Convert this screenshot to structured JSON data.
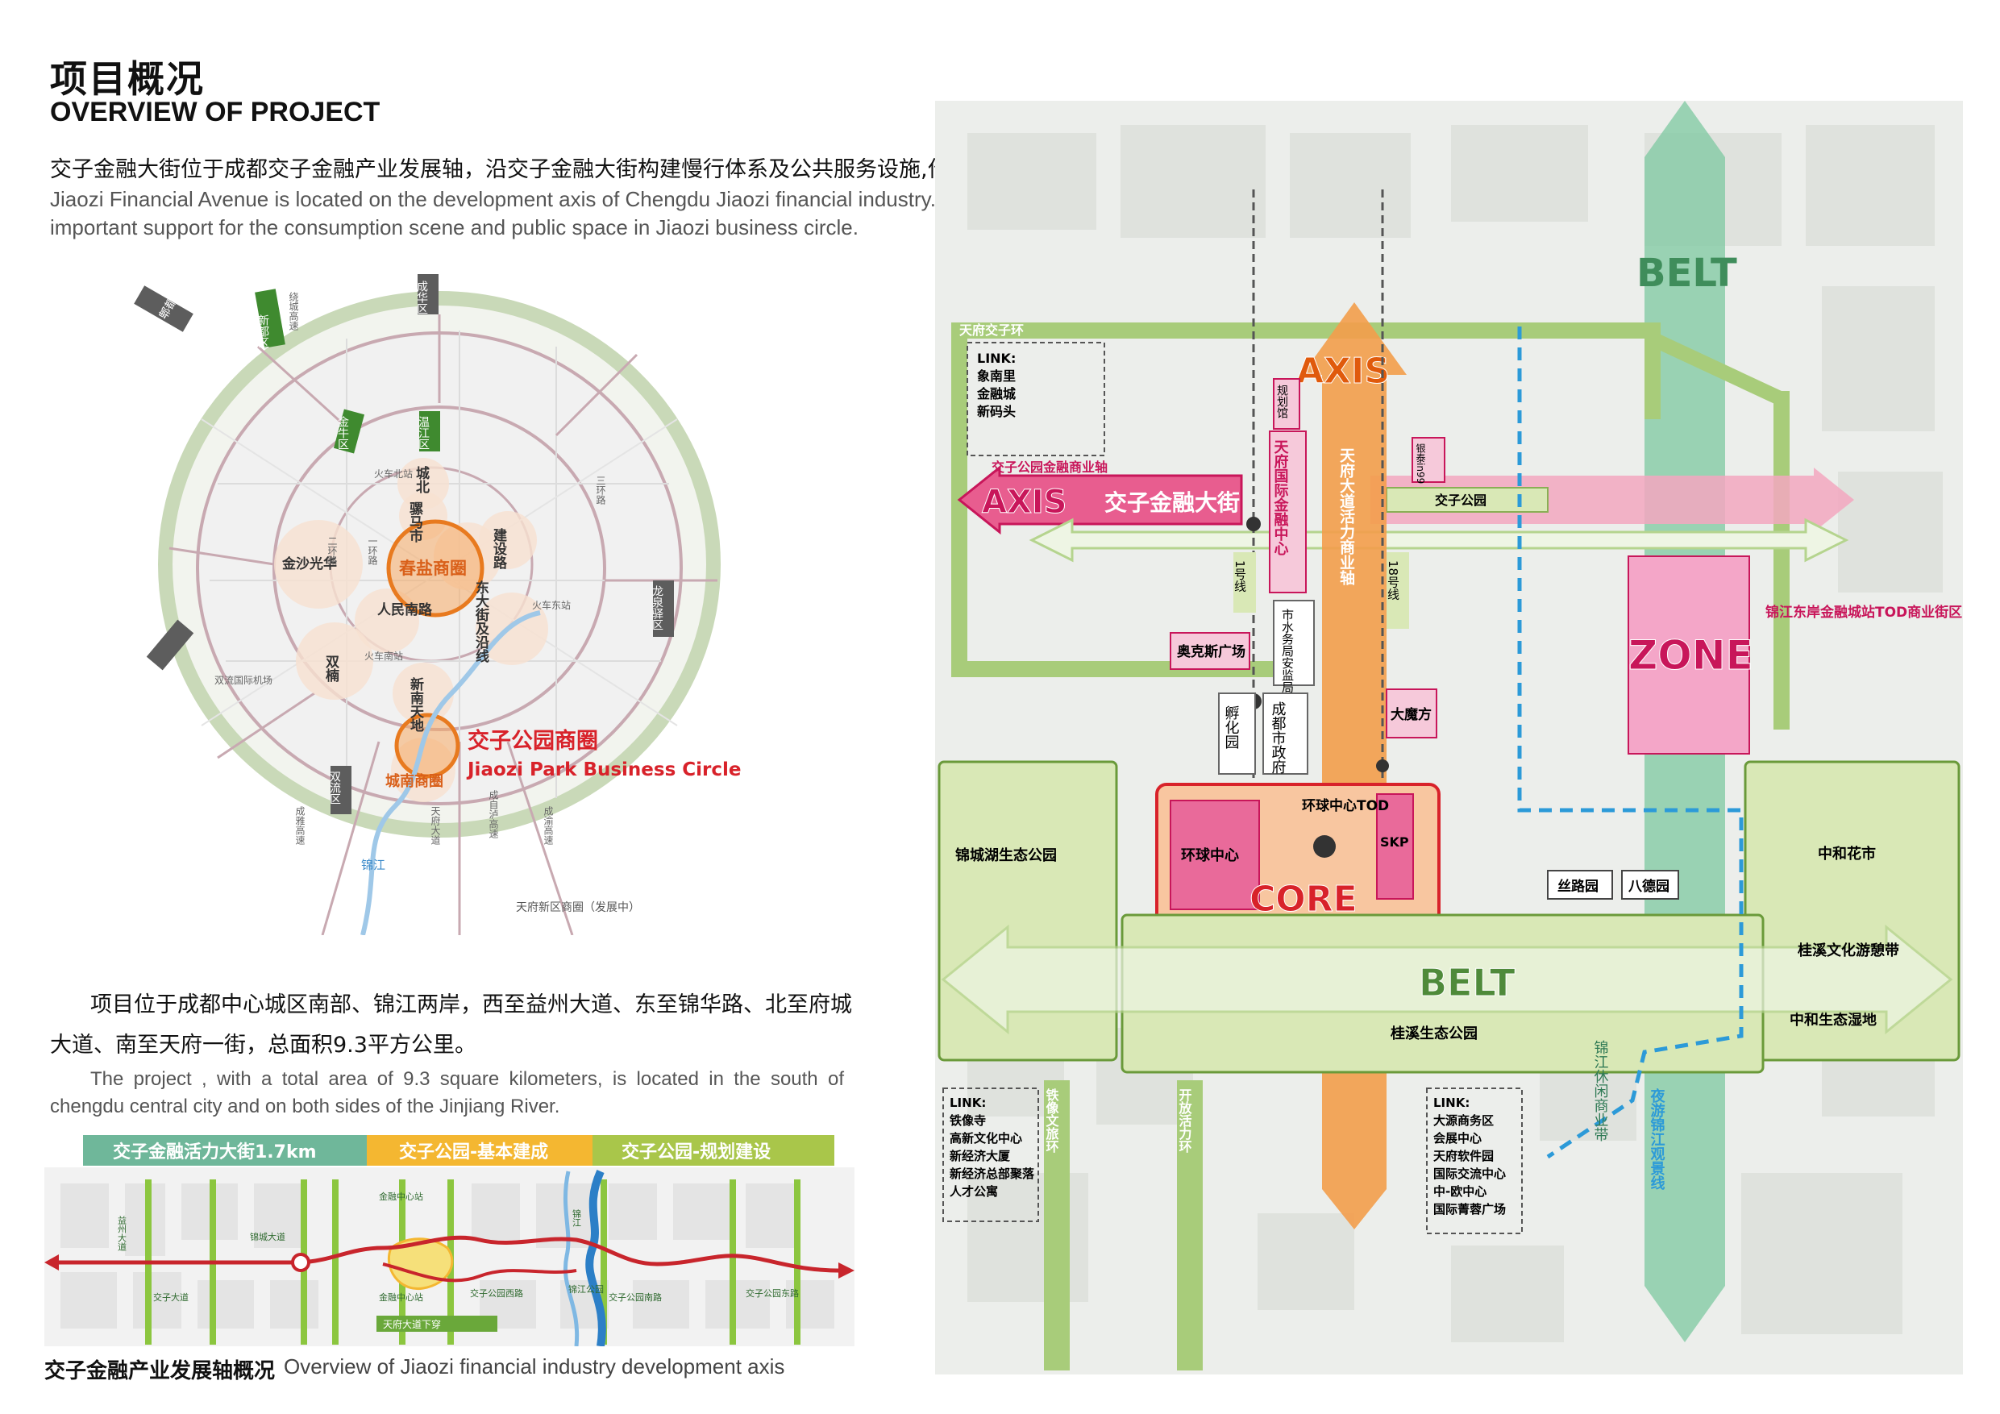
{
  "header": {
    "title_cn": "项目概况",
    "title_en": "OVERVIEW OF PROJECT"
  },
  "intro": {
    "cn": "交子金融大街位于成都交子金融产业发展轴，沿交子金融大街构建慢行体系及公共服务设施,作为交子商圈消费场景和公共空间的重要支撑。",
    "en": "Jiaozi Financial Avenue is located on the development axis of Chengdu Jiaozi financial industry. The slow traffic system and public service facilities are constructed along Jiaozi Financial Avenue as an important support for the consumption scene and public space in Jiaozi business circle."
  },
  "city_map": {
    "labels": {
      "pixian": "郫都区",
      "xindu": "新都区",
      "wenjiang": "温江区",
      "chenghua": "成华区",
      "jinniu": "金牛区",
      "longquan": "龙泉驿区",
      "shuangliu": "双流区",
      "chengbei": "城北",
      "luomashi": "骡马市",
      "chunyan": "春盐商圈",
      "jianshelu": "建设路",
      "dongdajie": "东大街及沿线",
      "jinsha": "金沙光华",
      "renmin_nanlu": "人民南路",
      "shuangnan": "双楠",
      "xinnan": "新南天地",
      "chengnan": "城南商圈",
      "jiaozi_park_cn": "交子公园商圈",
      "jiaozi_park_en": "Jiaozi Park Business Circle",
      "jinjiang": "锦江",
      "tianfu_new": "天府新区商圈（发展中）",
      "airport": "双流国际机场",
      "train_north": "火车北站",
      "train_east": "火车东站",
      "train_south": "火车南站",
      "ring2": "二环路",
      "ring1": "一环路",
      "ring3": "三环路",
      "ring_expy": "绕城高速",
      "tianfu_ave": "天府大道",
      "chengzi_expy": "成自泸高速",
      "chengya": "成雅高速",
      "chengzigao": "成渝高速"
    }
  },
  "location": {
    "cn": "项目位于成都中心城区南部、锦江两岸，西至益州大道、东至锦华路、北至府城大道、南至天府一街，总面积9.3平方公里。",
    "en": "The project , with a total area of 9.3 square kilometers, is located in the south of chengdu central city and on both sides of the Jinjiang River."
  },
  "strip": {
    "header1": "交子金融活力大街1.7km",
    "header2": "交子公园-基本建成",
    "header3": "交子公园-规划建设",
    "labels": {
      "l1": "益州大道",
      "l2": "交子大道",
      "l3": "锦城大道",
      "l4": "金融中心站",
      "l5": "锦江",
      "l6": "锦江公园",
      "l7": "交子公园西路",
      "l8": "交子公园东路",
      "l9": "金融中心站",
      "l10": "交子公园南路",
      "l11": "天府大道下穿"
    },
    "caption_cn": "交子金融产业发展轴概况",
    "caption_en": "Overview of Jiaozi financial industry development axis"
  },
  "plan": {
    "belt_top": "BELT",
    "belt_mid": "BELT",
    "axis_top": "AXIS",
    "axis_left": "AXIS",
    "axis_left_cn": "交子金融大街",
    "axis_left_sub": "交子公园金融商业轴",
    "zone": "ZONE",
    "core": "CORE",
    "tianfu_ring": "天府交子环",
    "link1": "LINK:",
    "link1_items": [
      "象南里",
      "金融城",
      "新码头"
    ],
    "link2": "LINK:",
    "link2_items": [
      "铁像寺",
      "高新文化中心",
      "新经济大厦",
      "新经济总部聚落",
      "人才公寓"
    ],
    "link3": "LINK:",
    "link3_items": [
      "大源商务区",
      "会展中心",
      "天府软件园",
      "国际交流中心",
      "中-欧中心",
      "国际菁蓉广场"
    ],
    "planning_hall": "规划馆",
    "tianfu_center": "天府国际金融中心",
    "yintai": "银泰in99",
    "jiaozi_park": "交子公园",
    "tianfu_axis": "天府大道活力商业轴",
    "metro1": "1号线",
    "metro18": "18号线",
    "olympic": "奥克斯广场",
    "water_bureau": "市水务局安监局",
    "incubator": "孵化园",
    "city_gov": "成都市政府",
    "damofang": "大魔方",
    "zone_label": "锦江东岸金融城站TOD商业街区",
    "global_center_tod": "环球中心TOD",
    "global_center": "环球中心",
    "skp": "SKP",
    "jinchenghu": "锦城湖生态公园",
    "silu": "丝路园",
    "bade": "八德园",
    "zhonghe_flower": "中和花市",
    "guixi_belt": "桂溪文化游憩带",
    "guixi_park": "桂溪生态公园",
    "zhonghe_wetland": "中和生态湿地",
    "jinjiang_belt": "锦江休闲商业带",
    "night_line": "夜游锦江观景线",
    "tiexiang": "铁像文旅环",
    "kaifang": "开放活力环"
  },
  "colors": {
    "green": "#9dbf6a",
    "green_light": "#d9e8b6",
    "orange": "#f08c30",
    "pink": "#e96a9a",
    "red": "#d8222a",
    "teal": "#5ab58a",
    "blue": "#2c9ad8",
    "header_teal": "#6fb79a",
    "header_yellow": "#f4b731",
    "header_green": "#a9c64a"
  }
}
